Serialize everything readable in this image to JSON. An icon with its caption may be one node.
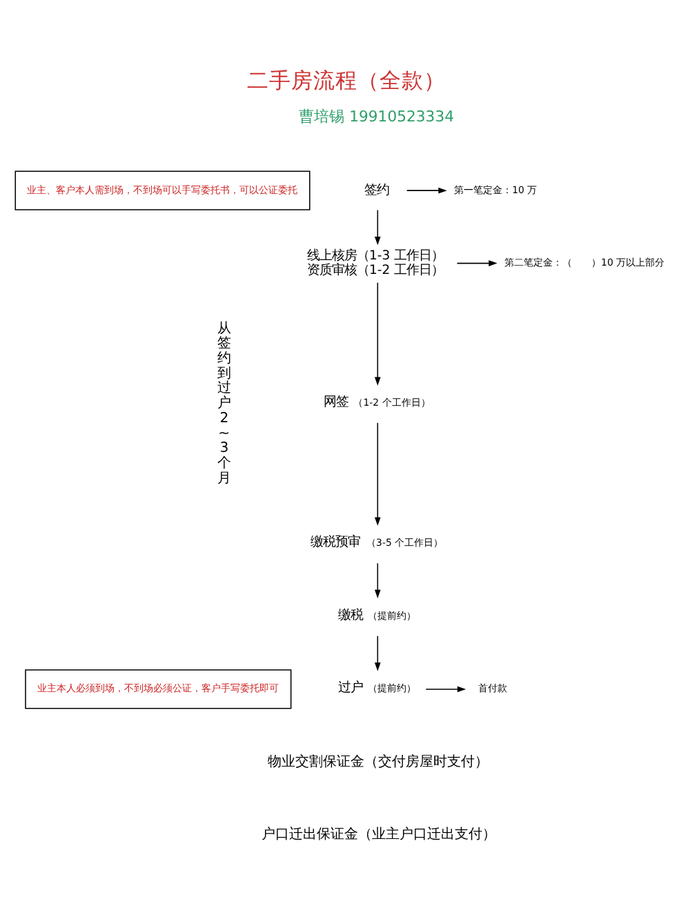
{
  "diagram": {
    "title": "二手房流程（全款）",
    "nodes": [
      {
        "text": [
          "业主、客户本人需到场，不到场可以手写委托书，可以公证委托"
        ]
      },
      {
        "text": [
          "签约"
        ]
      },
      {
        "text": [
          "第一笔定金：10 万"
        ]
      },
      {
        "text": [
          "线上核房（1-3 工作日）",
          "资质审核（1-2 工作日）"
        ]
      },
      {
        "text": [
          "第二笔定金：（　　）10 万以上部分"
        ]
      },
      {
        "text": [
          "网签"
        ],
        "beside": [
          "（1-2 个工作日）"
        ]
      },
      {
        "text": [
          "缴税预审"
        ],
        "beside": [
          "（3-5 个工作日）"
        ]
      },
      {
        "text": [
          "缴税"
        ],
        "beside": [
          "（提前约）"
        ]
      },
      {
        "text": [
          "业主本人必须到场，不到场必须公证，客户手写委托即可"
        ]
      },
      {
        "text": [
          "过户"
        ],
        "beside": [
          "（提前约）"
        ]
      },
      {
        "text": [
          "首付款"
        ]
      }
    ],
    "edges": [
      {
        "from": 1,
        "to": 2,
        "arrow": "to"
      },
      {
        "from": 1,
        "to": 3,
        "arrow": "to"
      },
      {
        "from": 3,
        "to": 4,
        "arrow": "to"
      },
      {
        "from": 3,
        "to": 5,
        "arrow": "to"
      },
      {
        "from": 5,
        "to": 6,
        "arrow": "to"
      },
      {
        "from": 6,
        "to": 7,
        "arrow": "to"
      },
      {
        "from": 7,
        "to": 9,
        "arrow": "to"
      },
      {
        "from": 9,
        "to": 10,
        "arrow": "to"
      }
    ],
    "labels": [
      "曹培锡 19910523334",
      "从签约到过户2~3个月",
      "物业交割保证金（交付房屋时支付）",
      "户口迁出保证金（业主户口迁出支付）"
    ]
  }
}
